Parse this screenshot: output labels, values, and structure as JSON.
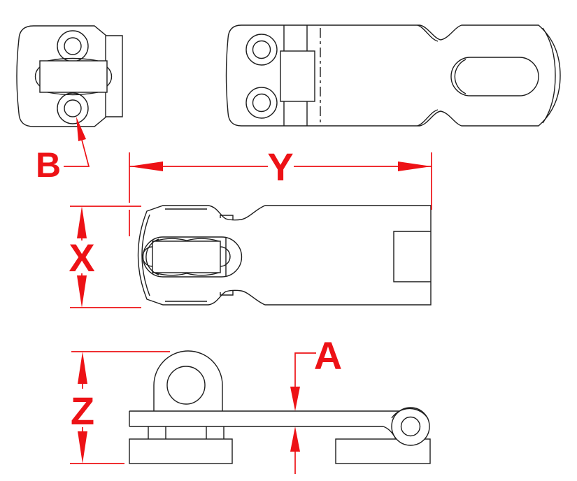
{
  "drawing_labels": {
    "b": "B",
    "y": "Y",
    "x": "X",
    "z": "Z",
    "a": "A"
  },
  "colors": {
    "dimension_red": "#ed1216",
    "line_black": "#1d1d1d",
    "background": "#ffffff"
  }
}
